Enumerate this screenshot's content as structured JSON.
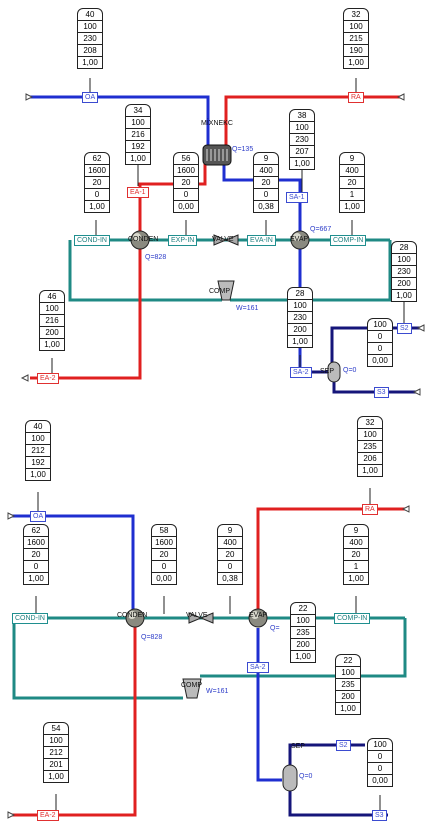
{
  "colors": {
    "blue": "#1f2fd0",
    "red": "#e02020",
    "teal": "#1f8a84",
    "darkblue": "#15157a",
    "tag_cyan": "#1f8f8f"
  },
  "top": {
    "stacks": {
      "s40": [
        "40",
        "100",
        "230",
        "208",
        "1,00"
      ],
      "s32": [
        "32",
        "100",
        "215",
        "190",
        "1,00"
      ],
      "s34": [
        "34",
        "100",
        "216",
        "192",
        "1,00"
      ],
      "s38": [
        "38",
        "100",
        "230",
        "207",
        "1,00"
      ],
      "s62": [
        "62",
        "1600",
        "20",
        "0",
        "1,00"
      ],
      "s56": [
        "56",
        "1600",
        "20",
        "0",
        "0,00"
      ],
      "s9a": [
        "9",
        "400",
        "20",
        "0",
        "0,38"
      ],
      "s9b": [
        "9",
        "400",
        "20",
        "1",
        "1,00"
      ],
      "s28a": [
        "28",
        "100",
        "230",
        "200",
        "1,00"
      ],
      "s46": [
        "46",
        "100",
        "216",
        "200",
        "1,00"
      ],
      "s28b": [
        "28",
        "100",
        "230",
        "200",
        "1,00"
      ],
      "s100": [
        "100",
        "0",
        "0",
        "0,00"
      ]
    },
    "tags": {
      "oa": "OA",
      "ra": "RA",
      "ea1": "EA-1",
      "sa1": "SA-1",
      "cond_in": "COND-IN",
      "exp_in": "EXP-IN",
      "eva_in": "EVA-IN",
      "comp_in": "COMP-IN",
      "ea2": "EA-2",
      "sa2": "SA-2",
      "s2": "S2",
      "s3": "S3"
    },
    "labels": {
      "mixer": "MİXNEKC",
      "q135": "Q=135",
      "q667": "Q=667",
      "conden": "CONDEN",
      "valve": "VALVE",
      "evap": "EVAP",
      "q828": "Q=828",
      "comp": "COMP",
      "w161": "W=161",
      "sep": "SEP",
      "q0": "Q=0"
    }
  },
  "bottom": {
    "stacks": {
      "s40": [
        "40",
        "100",
        "212",
        "192",
        "1,00"
      ],
      "s32": [
        "32",
        "100",
        "235",
        "206",
        "1,00"
      ],
      "s62": [
        "62",
        "1600",
        "20",
        "0",
        "1,00"
      ],
      "s58": [
        "58",
        "1600",
        "20",
        "0",
        "0,00"
      ],
      "s9a": [
        "9",
        "400",
        "20",
        "0",
        "0,38"
      ],
      "s9b": [
        "9",
        "400",
        "20",
        "1",
        "1,00"
      ],
      "s22a": [
        "22",
        "100",
        "235",
        "200",
        "1,00"
      ],
      "s22b": [
        "22",
        "100",
        "235",
        "200",
        "1,00"
      ],
      "s54": [
        "54",
        "100",
        "212",
        "201",
        "1,00"
      ],
      "s100": [
        "100",
        "0",
        "0",
        "0,00"
      ]
    },
    "tags": {
      "oa": "OA",
      "ra": "RA",
      "cond_in": "COND-IN",
      "comp_in": "COMP-IN",
      "sa2": "SA-2",
      "s2": "S2",
      "ea2": "EA-2",
      "s3": "S3"
    },
    "labels": {
      "conden": "CONDEN",
      "valve": "VALVE",
      "evap": "EVAP",
      "q828": "Q=828",
      "q": "Q=",
      "comp": "COMP",
      "w161": "W=161",
      "sep": "SEP",
      "q0": "Q=0"
    }
  }
}
